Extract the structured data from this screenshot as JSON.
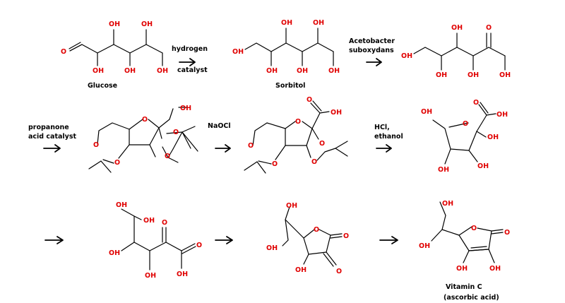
{
  "colors": {
    "heteroatom": "#e00000",
    "bond": "#000000",
    "text": "#000000"
  },
  "atoms": {
    "oh": "OH",
    "o": "O"
  },
  "compounds": {
    "glucose": "Glucose",
    "sorbitol": "Sorbitol",
    "vitamin_c": "Vitamin C",
    "ascorbic_acid": "(ascorbic acid)"
  },
  "reagents": {
    "hydrogen": "hydrogen",
    "catalyst": "catalyst",
    "acetobacter": "Acetobacter",
    "suboxydans": "suboxydans",
    "propanone": "propanone",
    "acid_catalyst": "acid catalyst",
    "naocl": "NaOCl",
    "hcl": "HCl,",
    "ethanol": "ethanol"
  }
}
